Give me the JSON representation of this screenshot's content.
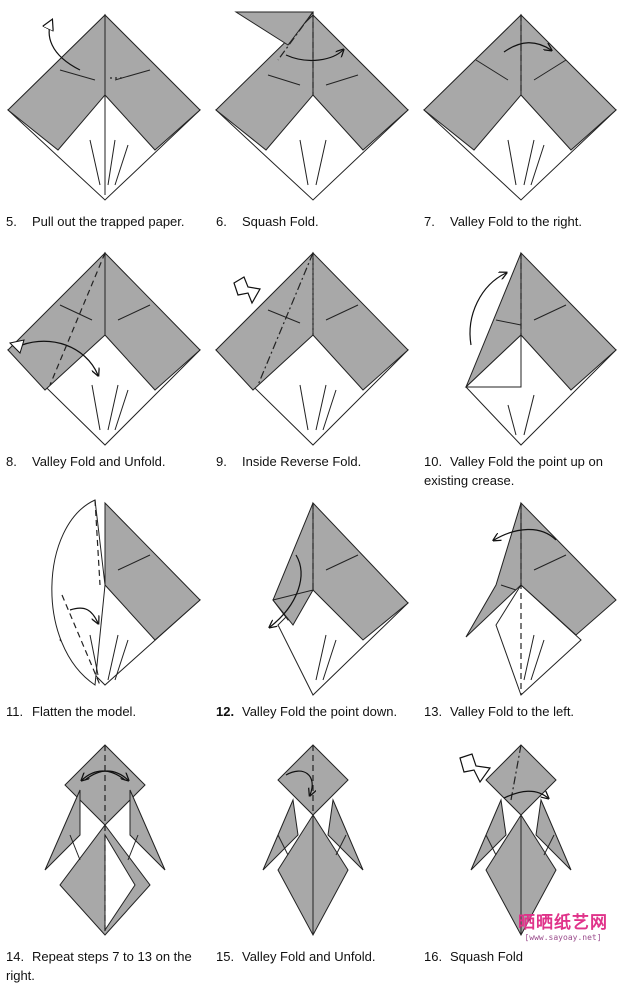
{
  "steps": [
    {
      "num": "5.",
      "text": "Pull out the trapped paper."
    },
    {
      "num": "6.",
      "text": "Squash Fold."
    },
    {
      "num": "7.",
      "text": "Valley Fold to the right."
    },
    {
      "num": "8.",
      "text": "Valley Fold and Unfold."
    },
    {
      "num": "9.",
      "text": "Inside Reverse Fold."
    },
    {
      "num": "10.",
      "text": "Valley Fold the point up on existing crease."
    },
    {
      "num": "11.",
      "text": "Flatten the model."
    },
    {
      "num": "12.",
      "text": "Valley Fold the point down."
    },
    {
      "num": "13.",
      "text": "Valley Fold to the left."
    },
    {
      "num": "14.",
      "text": "Repeat steps 7 to 13 on the right."
    },
    {
      "num": "15.",
      "text": "Valley Fold and Unfold."
    },
    {
      "num": "16.",
      "text": "Squash Fold"
    }
  ],
  "watermark": {
    "logo": "晒晒纸艺网",
    "url": "[www.sayoay.net]"
  }
}
